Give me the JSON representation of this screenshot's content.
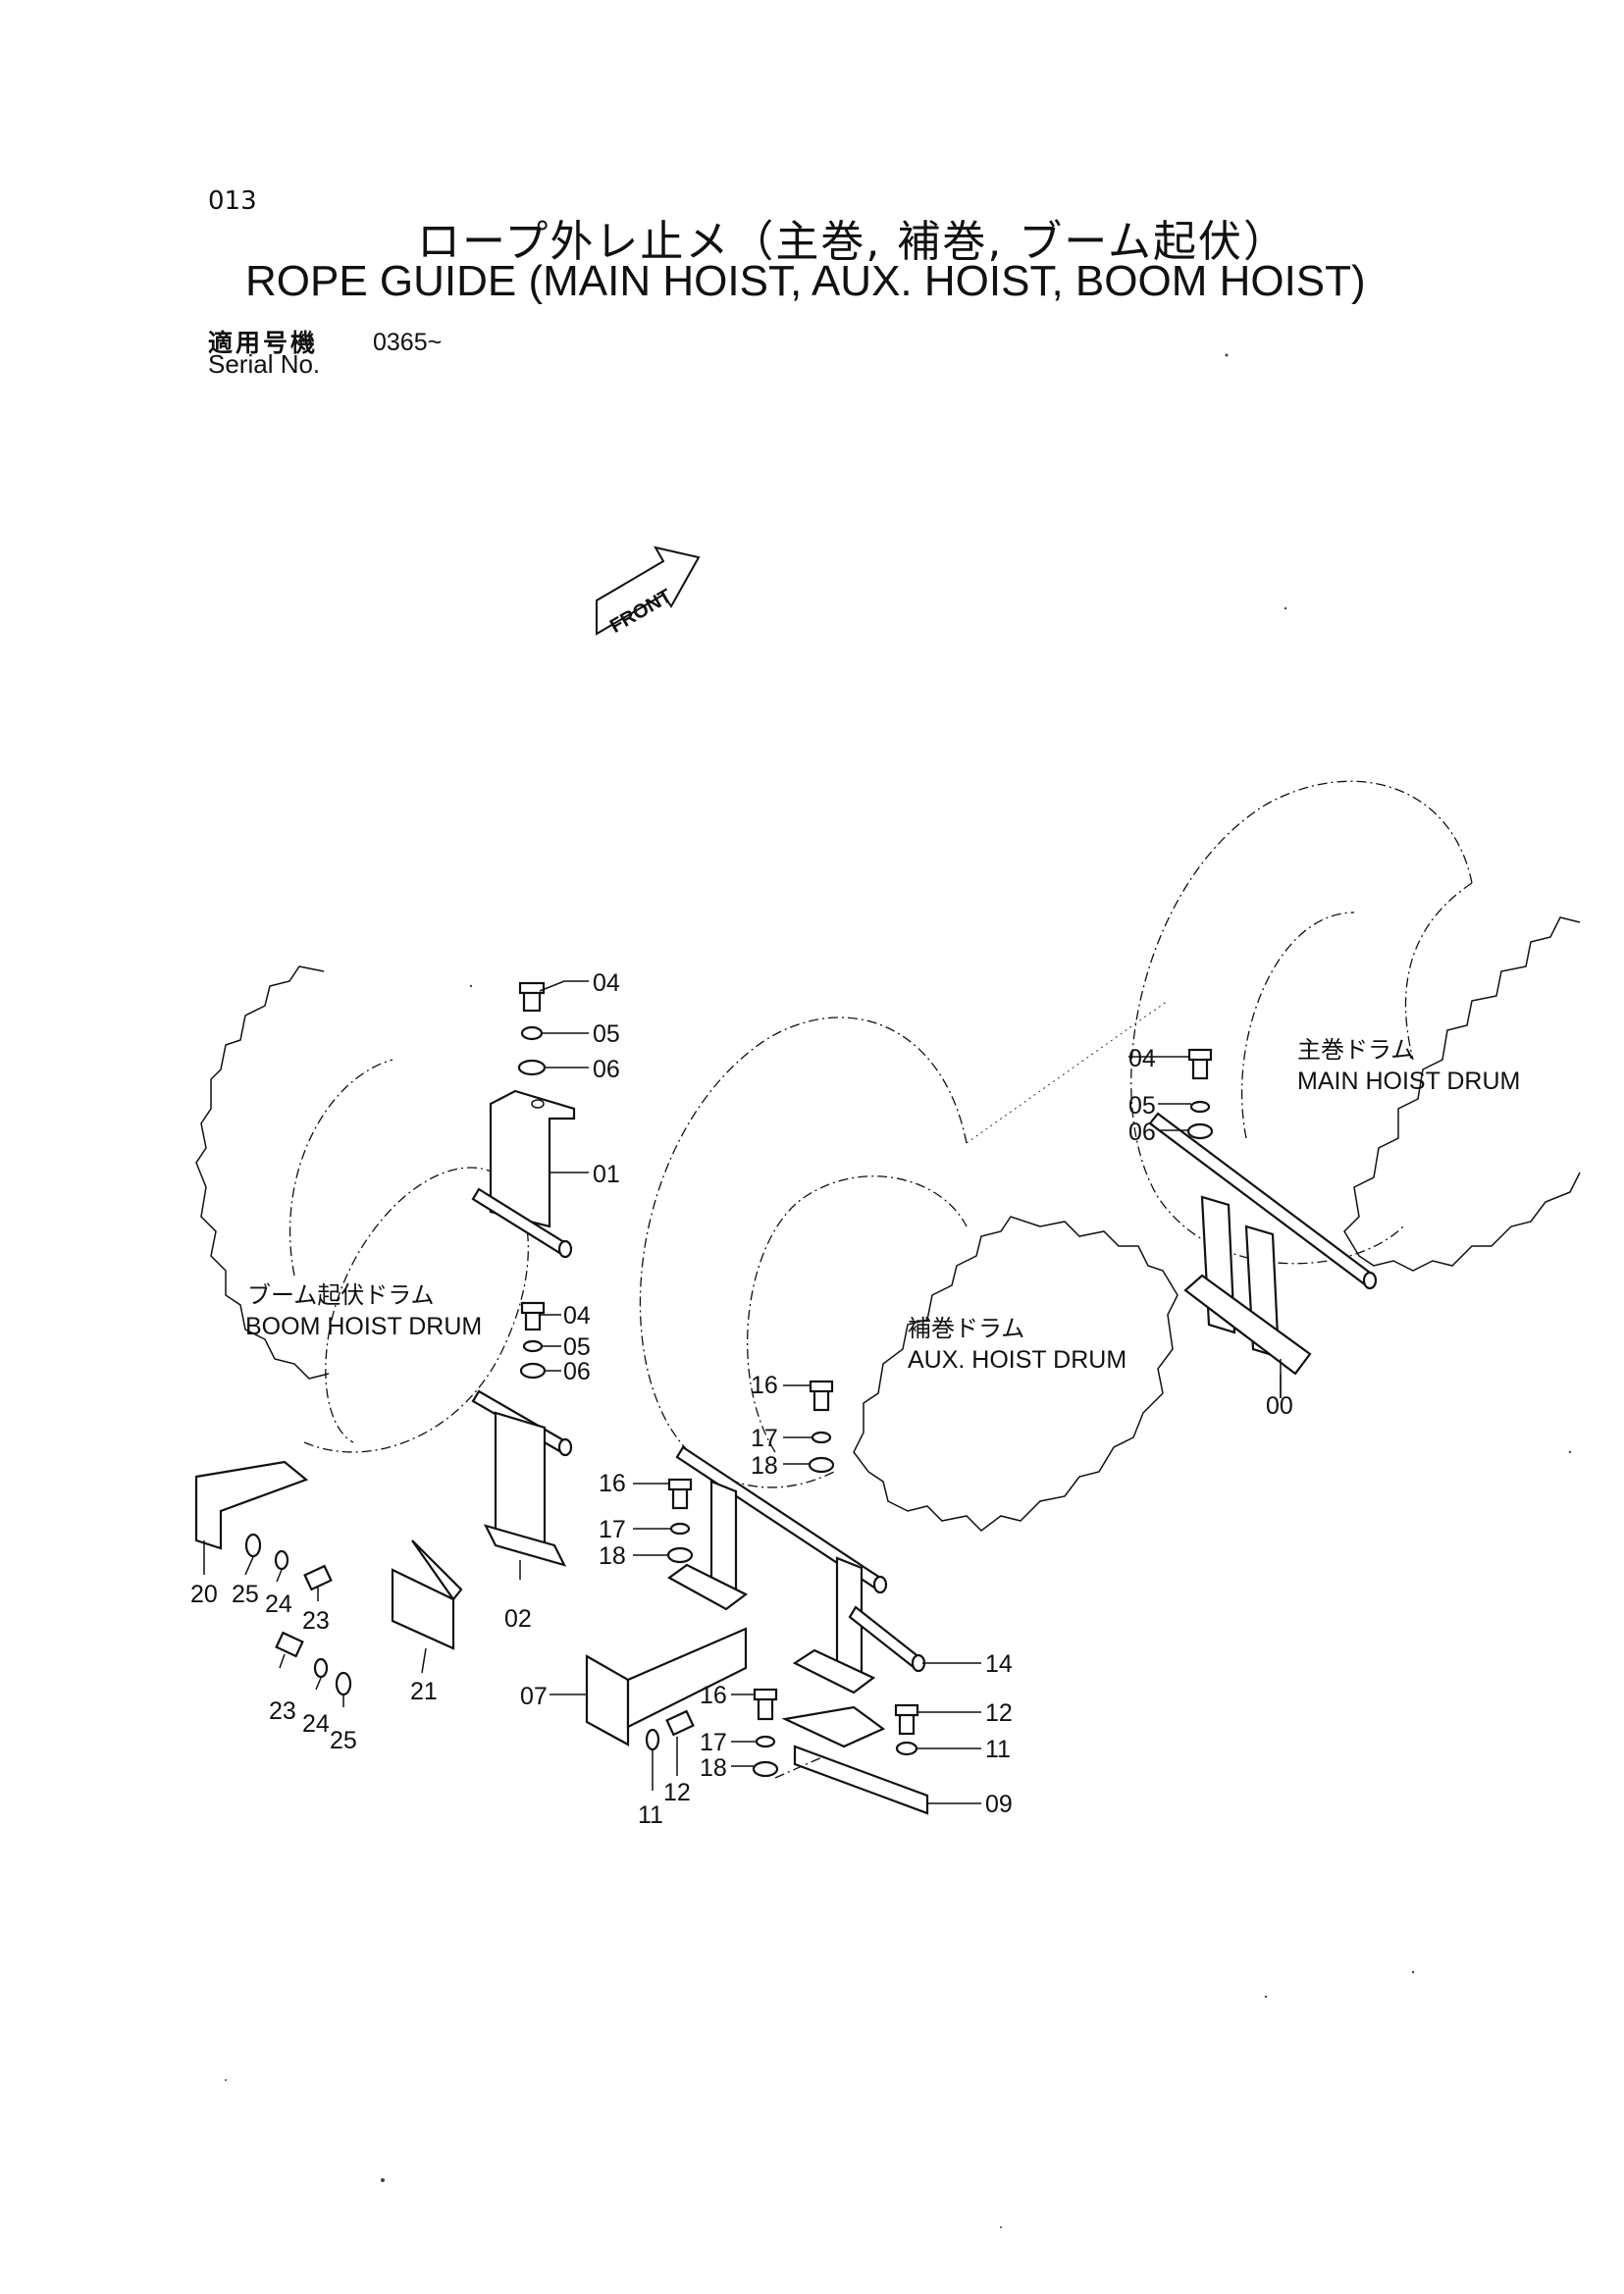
{
  "page": {
    "number": "013",
    "title_ja": "ロープ外レ止メ（主巻, 補巻, ブーム起伏）",
    "title_en": "ROPE GUIDE (MAIN HOIST, AUX. HOIST, BOOM HOIST)",
    "serial_label_ja": "適用号機",
    "serial_label_en": "Serial No.",
    "serial_value": "0365~"
  },
  "diagram": {
    "front_marker": "FRONT",
    "drums": {
      "main": {
        "ja": "主巻ドラム",
        "en": "MAIN  HOIST  DRUM"
      },
      "aux": {
        "ja": "補巻ドラム",
        "en": "AUX.  HOIST DRUM"
      },
      "boom": {
        "ja": "ブーム起伏ドラム",
        "en": "BOOM  HOIST  DRUM"
      }
    },
    "part_numbers": {
      "p00": "00",
      "p01": "01",
      "p02": "02",
      "p04": "04",
      "p05": "05",
      "p06": "06",
      "p07": "07",
      "p09": "09",
      "p11": "11",
      "p12": "12",
      "p14": "14",
      "p16": "16",
      "p17": "17",
      "p18": "18",
      "p20": "20",
      "p21": "21",
      "p23": "23",
      "p24": "24",
      "p25": "25"
    }
  }
}
